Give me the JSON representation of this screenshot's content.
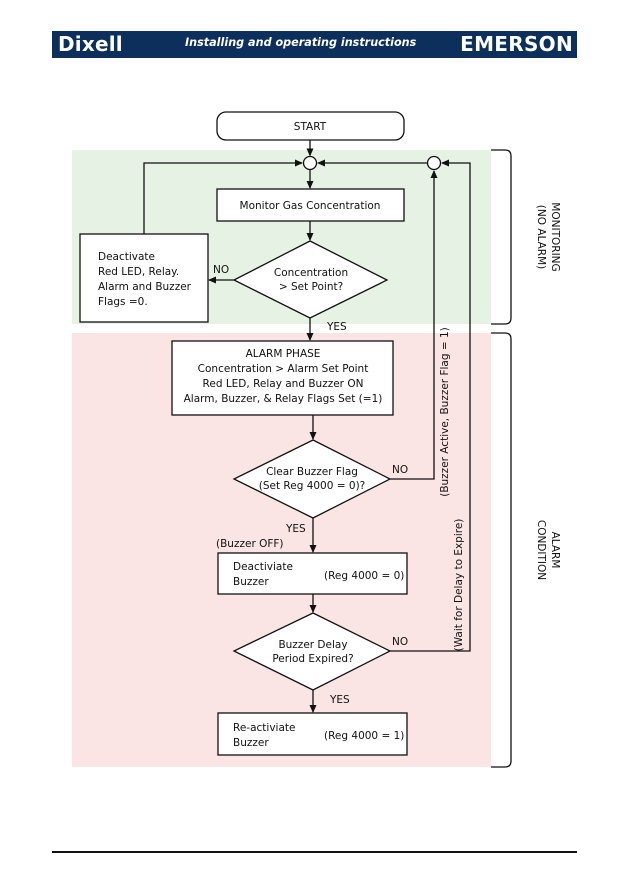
{
  "header": {
    "brand_left": "Dixell",
    "title": "Installing and operating instructions",
    "brand_right": "EMERSON"
  },
  "colors": {
    "header_bg": "#0d2f5c",
    "monitoring_bg": "#e6f2e3",
    "alarm_bg": "#fbe4e4"
  },
  "diagram": {
    "start": "START",
    "monitor": "Monitor Gas Concentration",
    "concentration_decision": [
      "Concentration",
      "> Set Point?"
    ],
    "deactivate": [
      "Deactivate",
      "Red LED, Relay.",
      "Alarm and Buzzer",
      "Flags =0."
    ],
    "no1": "NO",
    "yes1": "YES",
    "alarm_phase": [
      "ALARM PHASE",
      "Concentration > Alarm Set Point",
      "Red LED, Relay and Buzzer ON",
      "Alarm, Buzzer, & Relay Flags Set (=1)"
    ],
    "clear_decision": [
      "Clear Buzzer Flag",
      "(Set Reg 4000 = 0)?"
    ],
    "no2": "NO",
    "yes2": "YES",
    "buzzer_off": "(Buzzer OFF)",
    "deactivate_buzzer": [
      "Deactiviate",
      "Buzzer"
    ],
    "deactivate_reg": "(Reg 4000 = 0)",
    "delay_decision": [
      "Buzzer Delay",
      "Period Expired?"
    ],
    "no3": "NO",
    "yes3": "YES",
    "reactivate_buzzer": [
      "Re-activiate",
      "Buzzer"
    ],
    "reactivate_reg": "(Reg 4000 = 1)",
    "loop_label_1": "(Buzzer Active, Buzzer Flag = 1)",
    "loop_label_2": "(Wait for Delay to Expire)",
    "monitoring_label": [
      "MONITORING",
      "(NO ALARM)"
    ],
    "alarm_label": [
      "ALARM",
      "CONDITION"
    ]
  }
}
